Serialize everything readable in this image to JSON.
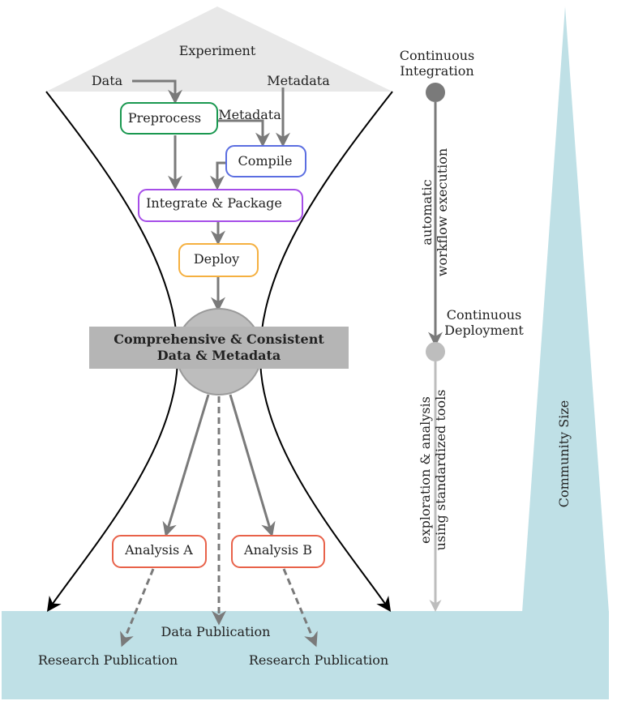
{
  "experiment": {
    "title": "Experiment",
    "data_label": "Data",
    "metadata_label": "Metadata"
  },
  "nodes": {
    "preprocess": "Preprocess",
    "metadata_side": "Metadata",
    "compile": "Compile",
    "integrate": "Integrate & Package",
    "deploy": "Deploy",
    "core_line1": "Comprehensive & Consistent",
    "core_line2": "Data & Metadata",
    "analysis_a": "Analysis A",
    "analysis_b": "Analysis B"
  },
  "publications": {
    "data_publication": "Data Publication",
    "research_left": "Research Publication",
    "research_right": "Research Publication"
  },
  "pipeline": {
    "ci_line1": "Continuous",
    "ci_line2": "Integration",
    "auto_line1": "automatic",
    "auto_line2": "workflow execution",
    "cd_line1": "Continuous",
    "cd_line2": "Deployment",
    "explore_line1": "exploration & analysis",
    "explore_line2": "using standardized tools"
  },
  "community": {
    "label": "Community Size"
  },
  "colors": {
    "preprocess": "#1a9850",
    "compile": "#5b6ee1",
    "integrate": "#a64ee8",
    "deploy": "#f5b040",
    "analysis": "#e8624a",
    "ground": "#bfe0e6",
    "experiment": "#e8e8e8",
    "arrow": "#7a7a7a"
  }
}
